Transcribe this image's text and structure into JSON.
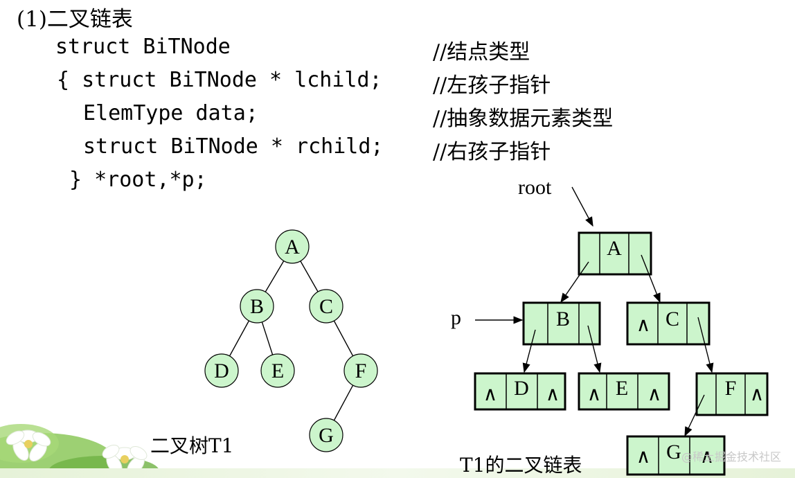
{
  "title": "(1)二叉链表",
  "code_lines": [
    {
      "code": "struct BiTNode",
      "comment": "//结点类型"
    },
    {
      "code": "{ struct BiTNode * lchild;",
      "comment": "//左孩子指针"
    },
    {
      "code": "ElemType data;",
      "comment": "//抽象数据元素类型"
    },
    {
      "code": "struct BiTNode * rchild;",
      "comment": "//右孩子指针"
    },
    {
      "code": "} *root,*p;",
      "comment": ""
    }
  ],
  "tree": {
    "caption": "二叉树T1",
    "nodes": [
      "A",
      "B",
      "C",
      "D",
      "E",
      "F",
      "G"
    ],
    "edges": [
      [
        "A",
        "B"
      ],
      [
        "A",
        "C"
      ],
      [
        "B",
        "D"
      ],
      [
        "B",
        "E"
      ],
      [
        "C",
        "F"
      ],
      [
        "F",
        "G"
      ]
    ]
  },
  "linked": {
    "caption": "T1的二叉链表",
    "root_label": "root",
    "p_label": "p",
    "null_symbol": "∧",
    "nodes": [
      {
        "id": "A",
        "data": "A",
        "left_null": false,
        "right_null": false
      },
      {
        "id": "B",
        "data": "B",
        "left_null": false,
        "right_null": false
      },
      {
        "id": "C",
        "data": "C",
        "left_null": true,
        "right_null": false
      },
      {
        "id": "D",
        "data": "D",
        "left_null": true,
        "right_null": true
      },
      {
        "id": "E",
        "data": "E",
        "left_null": true,
        "right_null": true
      },
      {
        "id": "F",
        "data": "F",
        "left_null": false,
        "right_null": true
      },
      {
        "id": "G",
        "data": "G",
        "left_null": true,
        "right_null": true
      }
    ]
  },
  "watermark": "@稀土掘金技术社区",
  "colors": {
    "node_fill": "#ccf5cc",
    "node_stroke": "#000000",
    "leaf_green": "#7cc04a"
  }
}
